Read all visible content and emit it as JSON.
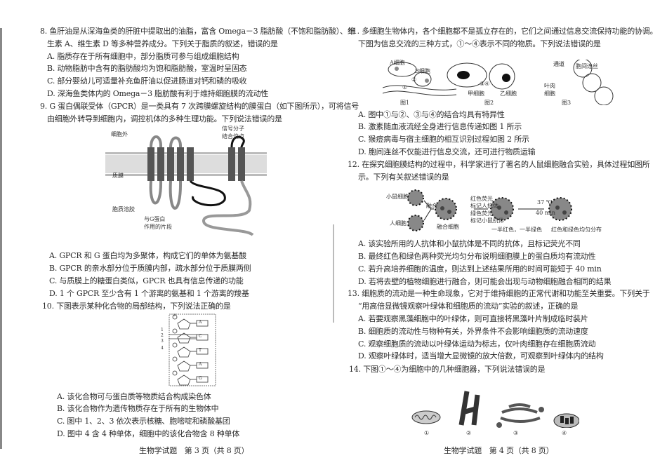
{
  "left_page": {
    "q8": {
      "stem": [
        "8. 鱼肝油是从深海鱼类的肝脏中提取出的油脂，富含 Omega－3 脂肪酸（不饱和脂肪酸）、维",
        "生素 A、维生素 D 等多种营养成分。下列关于脂质的叙述，错误的是"
      ],
      "options": [
        "A. 脂质存在于所有细胞中，部分脂质可参与组成细胞结构",
        "B. 动物脂肪中含有的脂肪酸均为饱和脂肪酸，室温时呈固态",
        "C. 部分婴幼儿可适量补充鱼肝油以促进肠道对钙和磷的吸收",
        "D. 深海鱼类体内的 Omega－3 脂肪酸有利于维持细胞膜的流动性"
      ]
    },
    "q9": {
      "stem": [
        "9. G 蛋白偶联受体（GPCR）是一类具有 7 次跨膜螺旋结构的膜蛋白（如下图所示），可将信号",
        "由细胞外转导到细胞内，调控机体的多种生理功能。下列说法错误的是"
      ],
      "figure_labels": {
        "outside": "细胞外",
        "membrane": "质膜",
        "cytosol": "胞质溶胶",
        "binding_site": [
          "信号分子",
          "结合位点"
        ],
        "g_segment": [
          "与G蛋白",
          "作用的片段"
        ]
      },
      "options": [
        "A. GPCR 和 G 蛋白均为多聚体，构成它们的单体为氨基酸",
        "B. GPCR 的亲水部分位于质膜内部，疏水部分位于质膜两侧",
        "C. 与质膜上的糖蛋白类似，GPCR 也具有信息传递的功能",
        "D. 1 个 GPCR 至少含有 1 个游离的氨基和 1 个游离的羧基"
      ]
    },
    "q10": {
      "stem": [
        "10. 下图表示某种化合物的局部结构，下列说法正确的是"
      ],
      "figure_labels": {
        "bases": [
          "A",
          "C",
          "T",
          "A",
          "G"
        ],
        "phosphate": "P",
        "numbers": [
          "1",
          "2",
          "3",
          "4"
        ]
      },
      "options": [
        "A. 该化合物可与蛋白质等物质结合构成染色体",
        "B. 该化合物作为遗传物质存在于所有的生物体中",
        "C. 图中 1、2、3 依次表示核糖、胞嘧啶和磷酸基团",
        "D. 图中 4 含 4 种单体，细胞中的该化合物含 8 种单体"
      ]
    },
    "footer": "生物学试题　第 3 页（共 8 页）"
  },
  "right_page": {
    "q11": {
      "stem": [
        "11. 多细胞生物体内，各个细胞都不是孤立存在的，它们之间通过信息交流保持功能的协调。",
        "下图为信息交流的三种方式，①～④表示不同的物质。下列说法错误的是"
      ],
      "figure_labels": {
        "a_cell": "A细胞",
        "b_cell": "B细胞",
        "n1": "①",
        "n2": "②",
        "n34": "③④",
        "jia": "甲细胞",
        "yi": "乙细胞",
        "channel": "通道",
        "plasmodesmata": "胞间连丝",
        "mesophyll": [
          "叶肉",
          "细胞"
        ],
        "fig1": "图1",
        "fig2": "图2",
        "fig3": "图3"
      },
      "options": [
        "A. 图中①与②、③与④的结合均具有特异性",
        "B. 激素随血液流经全身进行信息传递如图 1 所示",
        "C. 猴痘病毒与宿主细胞的相互识别过程如图 2 所示",
        "D. 胞间连丝不仅能进行信息交流，还可进行物质运输"
      ]
    },
    "q12": {
      "stem": [
        "12. 在探究细胞膜结构的过程中，科学家进行了著名的人鼠细胞融合实验，具体过程如图所",
        "示。下列有关叙述错误的是"
      ],
      "figure_labels": {
        "mouse": "小鼠细胞",
        "human": "人细胞",
        "fuse": "融合",
        "fused": "融合细胞",
        "red": [
          "红色荧光",
          "标记人抗体"
        ],
        "green": [
          "绿色荧光",
          "标记小鼠抗体"
        ],
        "temp": "37 ℃",
        "time": "40 min",
        "half": "一半红色，一半绿色",
        "even": "红色和绿色均匀分布"
      },
      "options": [
        "A. 该实验所用的人抗体和小鼠抗体是不同的抗体，且标记荧光不同",
        "B. 最终红色和绿色两种荧光均匀分布说明细胞膜上的蛋白质均有流动性",
        "C. 若升高培养细胞的温度，则达到上述结果所用的时间可能短于 40 min",
        "D. 若将去壁的植物细胞进行融合，则可能会出现与动物细胞融合相同的结果"
      ]
    },
    "q13": {
      "stem": [
        "13. 细胞质的流动是一种生命现象，它对于维持细胞的正常代谢和功能至关重要。下列关于",
        "“用高倍显微镜观察叶绿体和细胞质的流动”实验的叙述，正确的是"
      ],
      "options": [
        "A. 若要观察黑藻细胞中的叶绿体，则可直接将黑藻叶片制成临时装片",
        "B. 细胞质的流动性与物种有关，外界条件不会影响细胞质的流动速度",
        "C. 观察细胞质的流动以叶绿体运动为标志，仅叶肉细胞存在细胞质流动",
        "D. 观察叶绿体时，适当增大显微镜的放大倍数，可观察到叶绿体内的结构"
      ]
    },
    "q14": {
      "stem": [
        "14. 下图①～④为细胞中的几种细胞器，下列说法错误的是"
      ],
      "figure_labels": [
        "①",
        "②",
        "③",
        "④"
      ]
    },
    "footer": "生物学试题　第 4 页（共 8 页）"
  }
}
